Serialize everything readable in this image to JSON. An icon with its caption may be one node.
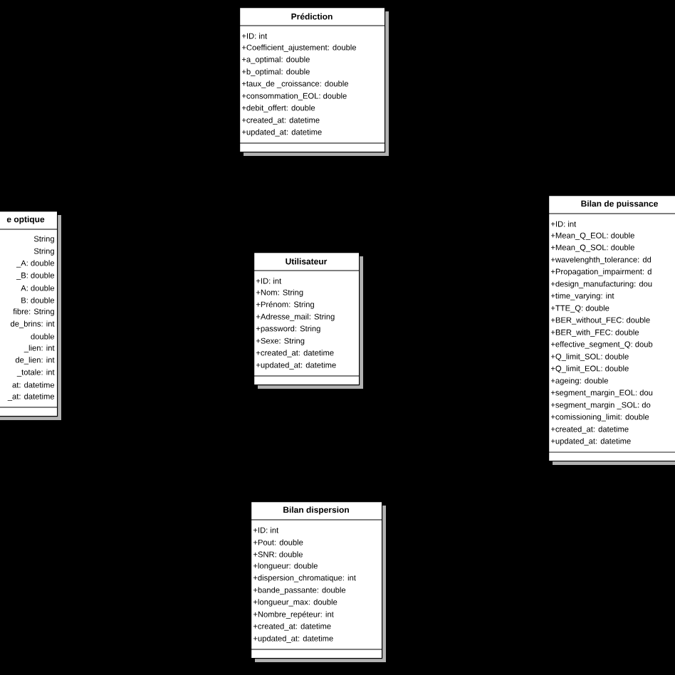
{
  "diagram": {
    "nodes": [
      {
        "text": [
          "Prédiction",
          "+ID: int",
          "+Coefficient_ajustement: double",
          "+a_optimal: double",
          "+b_optimal: double",
          "+taux_de _croissance: double",
          "+consommation_EOL: double",
          "+debit_offert: double",
          "+created_at: datetime",
          "+updated_at: datetime"
        ]
      },
      {
        "text": [
          "e optique",
          "String",
          "String",
          "_A: double",
          "_B: double",
          "A: double",
          "B: double",
          "fibre: String",
          "de_brins: int",
          "double",
          "_lien: int",
          "de_lien: int",
          "_totale: int",
          "at: datetime",
          "_at: datetime"
        ]
      },
      {
        "text": [
          "Utilisateur",
          "+ID: int",
          "+Nom: String",
          "+Prénom: String",
          "+Adresse_mail: String",
          "+password: String",
          "+Sexe: String",
          "+created_at: datetime",
          "+updated_at: datetime"
        ]
      },
      {
        "text": [
          "Bilan de puissance",
          "+ID: int",
          "+Mean_Q_EOL: double",
          "+Mean_Q_SOL: double",
          "+wavelenghth_tolerance: dd",
          "+Propagation_impairment: d",
          "+design_manufacturing: dou",
          "+time_varying: int",
          "+TTE_Q: double",
          "+BER_without_FEC: double",
          "+BER_with_FEC: double",
          "+effective_segment_Q: doub",
          "+Q_limit_SOL: double",
          "+Q_limit_EOL: double",
          "+ageing: double",
          "+segment_margin_EOL: dou",
          "+segment_margin _SOL: do",
          "+comissioning_limit: double",
          "+created_at: datetime",
          "+updated_at: datetime"
        ]
      },
      {
        "text": [
          "Bilan dispersion",
          "+ID: int",
          "+Pout: double",
          "+SNR: double",
          "+longueur: double",
          "+dispersion_chromatique: int",
          "+bande_passante: double",
          "+longueur_max: double",
          "+Nombre_repéteur: int",
          "+created_at: datetime",
          "+updated_at: datetime"
        ]
      }
    ]
  }
}
